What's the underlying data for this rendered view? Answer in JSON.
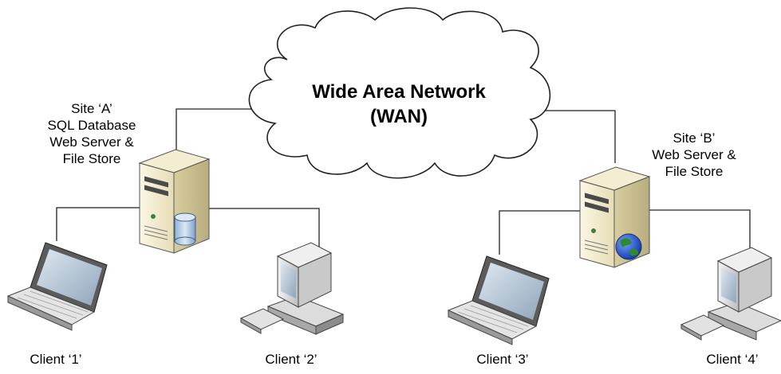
{
  "wan": {
    "line1": "Wide Area Network",
    "line2": "(WAN)"
  },
  "site_a": {
    "lines": [
      "Site ‘A’",
      "SQL Database",
      "Web Server &",
      "File Store"
    ]
  },
  "site_b": {
    "lines": [
      "Site ‘B’",
      "Web Server &",
      "File Store"
    ]
  },
  "clients": [
    "Client ‘1’",
    "Client ‘2’",
    "Client ‘3’",
    "Client ‘4’"
  ],
  "colors": {
    "server_body": "#efe8c8",
    "server_shadow": "#c9bf92",
    "database": "#b7cfe6",
    "globe_blue": "#2a5bd6",
    "globe_green": "#2f8a2f",
    "laptop_screen": "#b9c9d9",
    "monitor_screen": "#a9b9c9"
  }
}
